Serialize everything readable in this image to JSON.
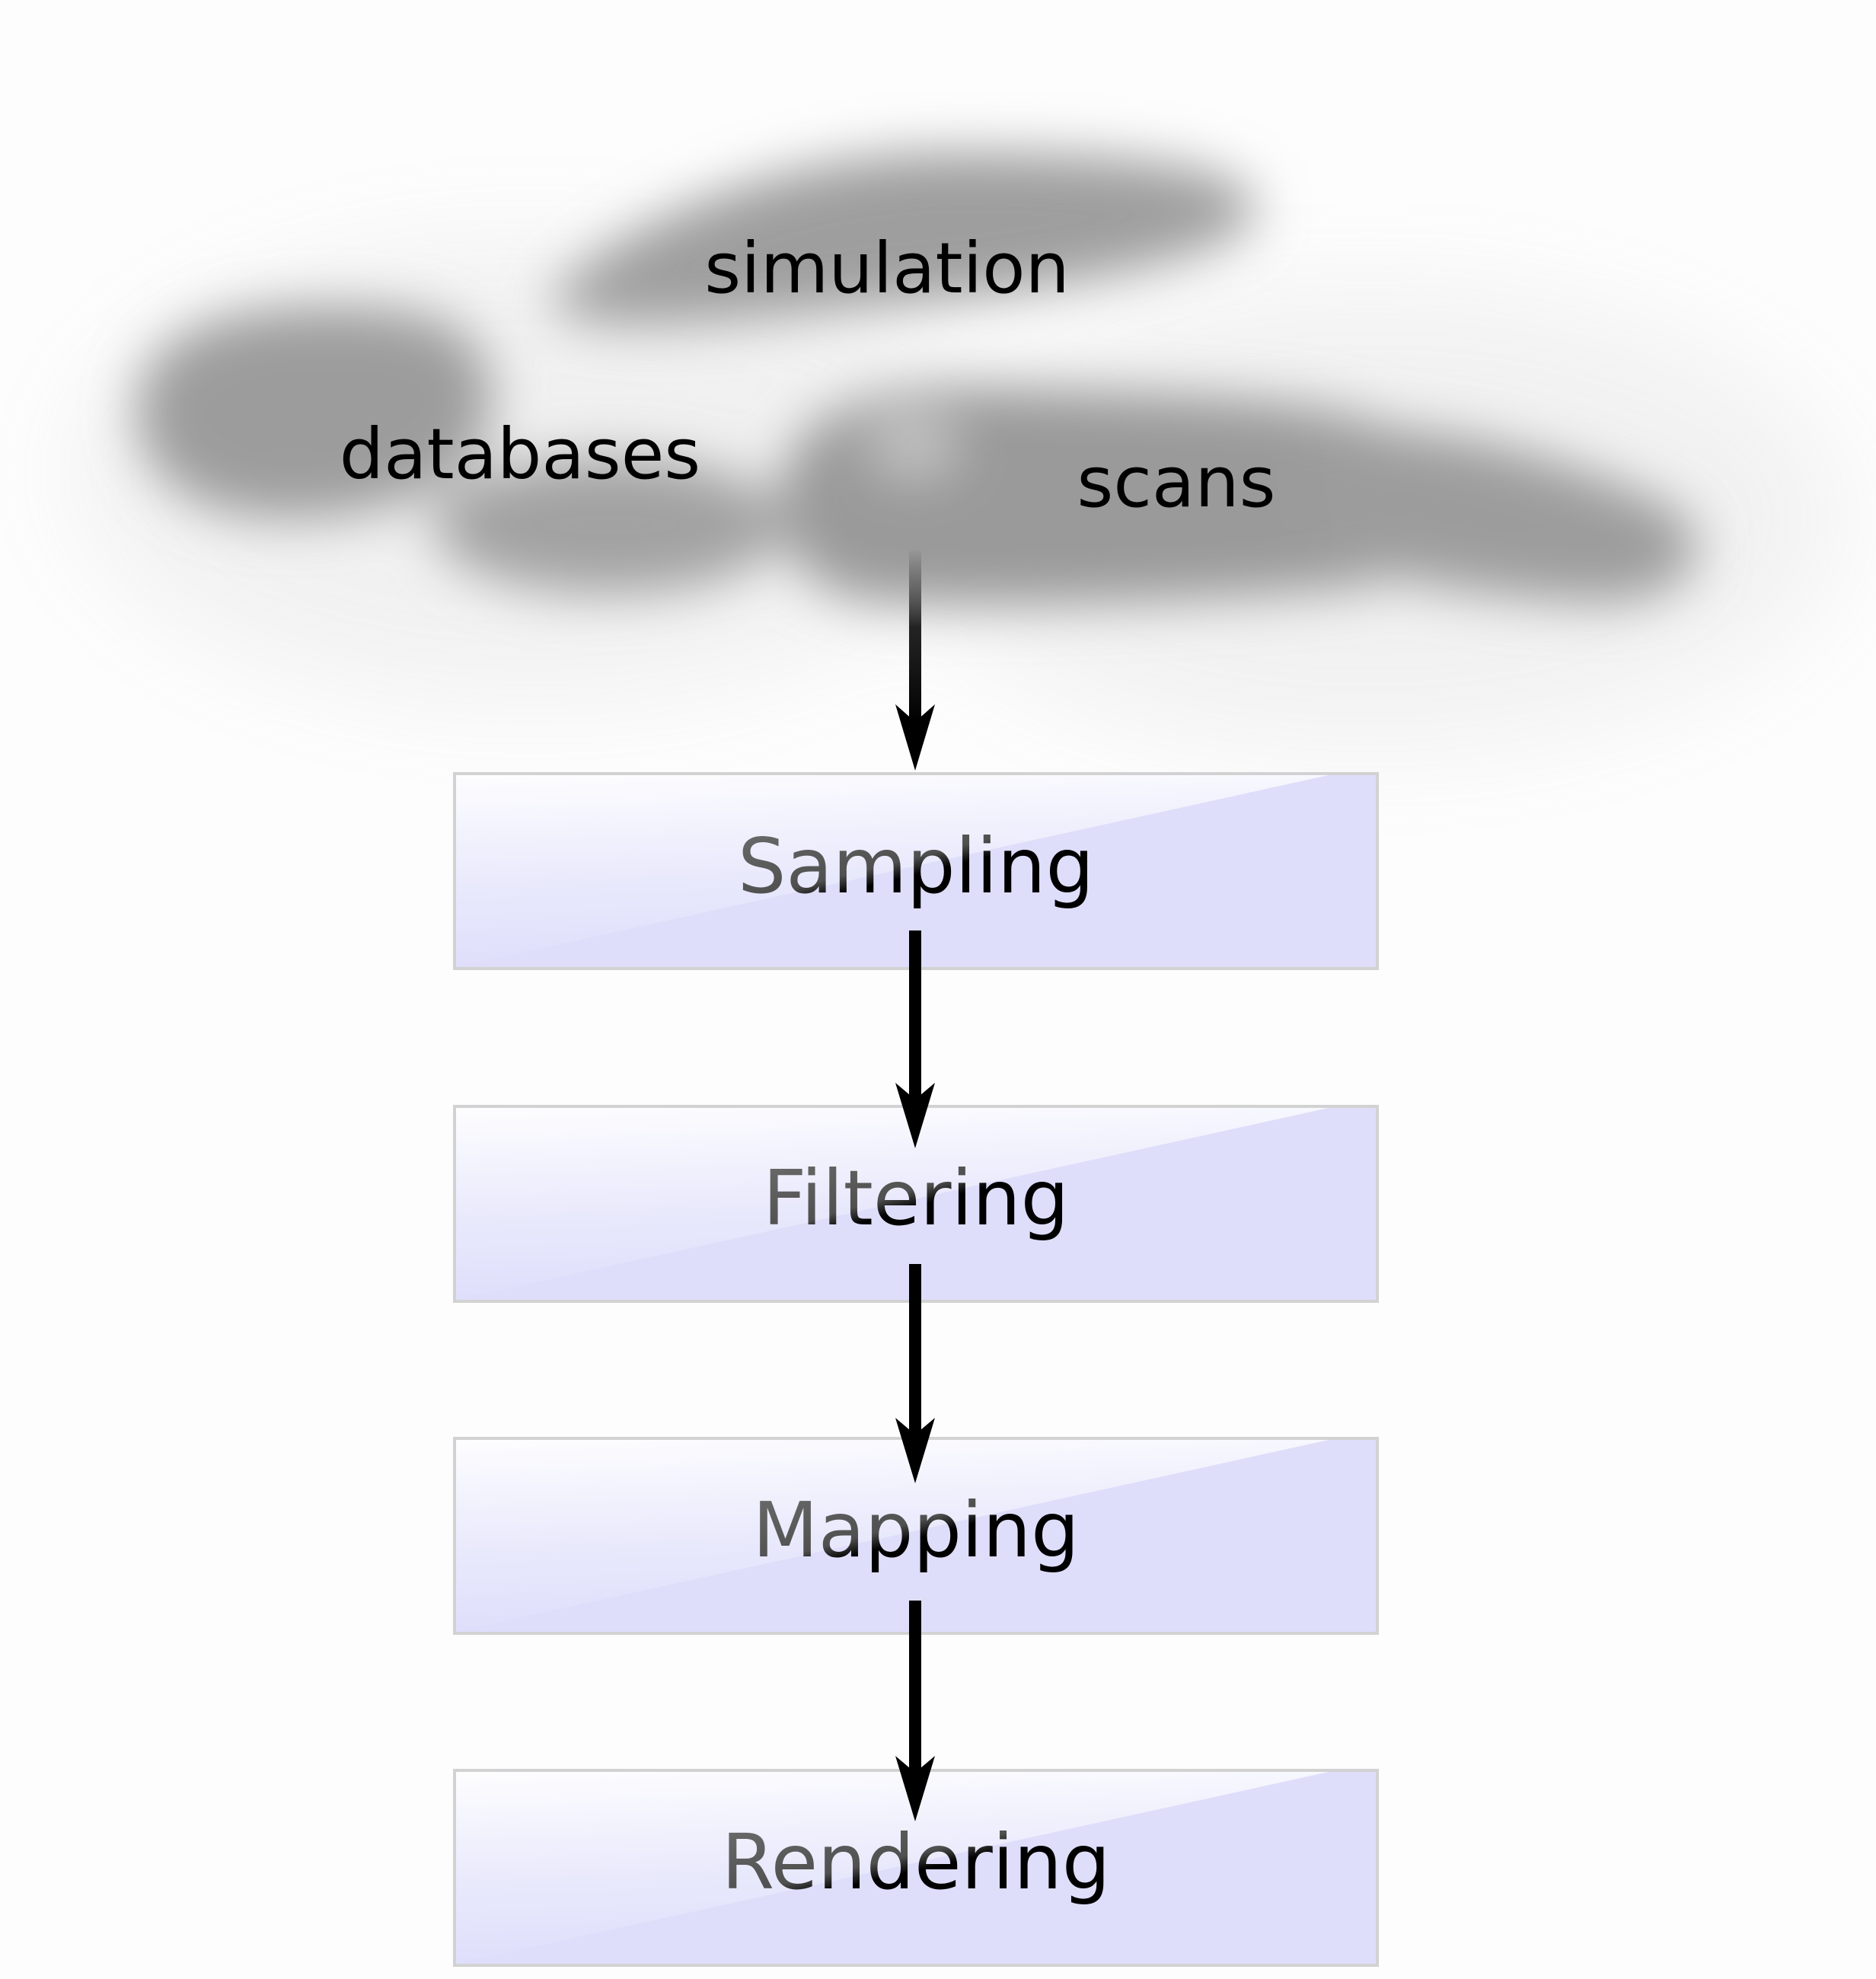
{
  "sources": [
    {
      "id": "simulation",
      "label": "simulation"
    },
    {
      "id": "databases",
      "label": "databases"
    },
    {
      "id": "scans",
      "label": "scans"
    }
  ],
  "stages": [
    {
      "id": "sampling",
      "label": "Sampling"
    },
    {
      "id": "filtering",
      "label": "Filtering"
    },
    {
      "id": "mapping",
      "label": "Mapping"
    },
    {
      "id": "rendering",
      "label": "Rendering"
    }
  ],
  "colors": {
    "stage_fill": "#dedefb",
    "stage_border": "#d2d2d2",
    "cloud": "#9e9e9e",
    "arrow": "#000000",
    "text": "#000000"
  }
}
